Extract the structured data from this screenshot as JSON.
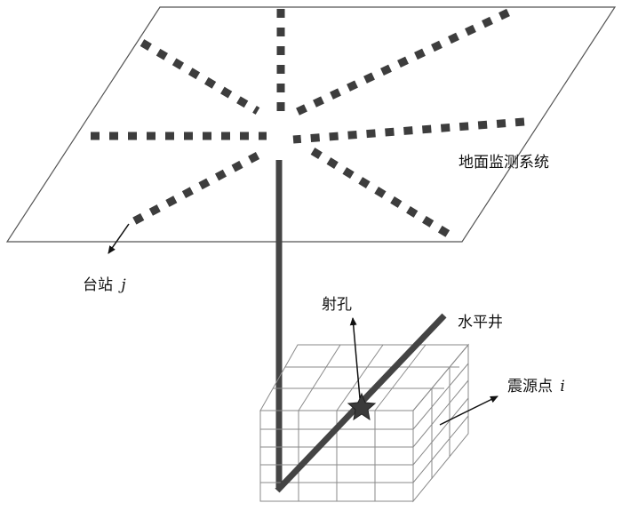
{
  "labels": {
    "surface_system": "地面监测系统",
    "station": "台站",
    "station_index": "j",
    "perforation": "射孔",
    "horizontal_well": "水平井",
    "source_point": "震源点",
    "source_index": "i"
  },
  "station_lines": [
    {
      "name": "station-line-north"
    },
    {
      "name": "station-line-northwest"
    },
    {
      "name": "station-line-northeast"
    },
    {
      "name": "station-line-west"
    },
    {
      "name": "station-line-east"
    },
    {
      "name": "station-line-southwest"
    },
    {
      "name": "station-line-southeast"
    }
  ],
  "colors": {
    "line": "#3a3a3a",
    "dash": "#3d3d3d",
    "grid": "#888888",
    "well": "#444444",
    "text": "#111111"
  }
}
